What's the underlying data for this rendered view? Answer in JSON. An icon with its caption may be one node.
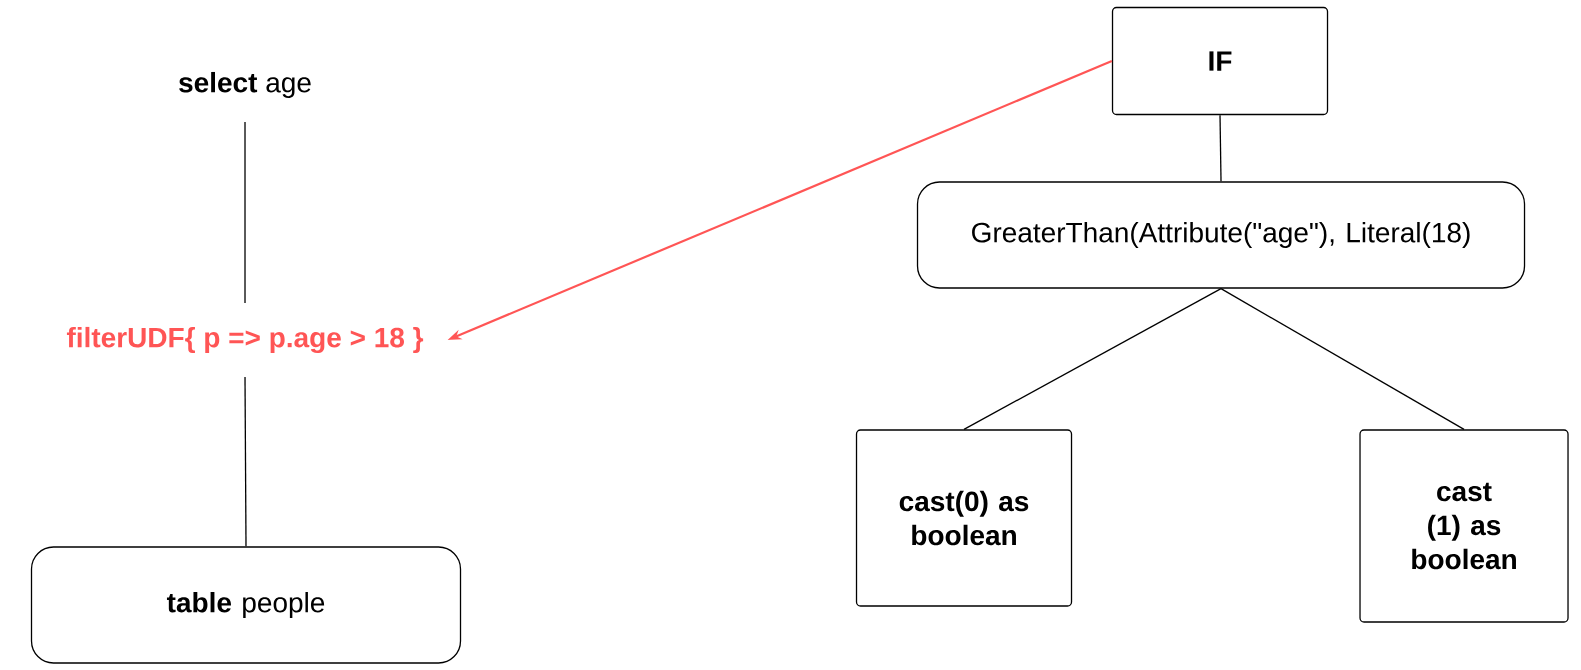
{
  "diagram": {
    "nodes": [
      {
        "text": [
          "**select** age"
        ]
      },
      {
        "text": [
          "filterUDF{ p => p.age > 18 }"
        ]
      },
      {
        "text": [
          "**table** people"
        ]
      },
      {
        "text": [
          "IF"
        ]
      },
      {
        "text": [
          "GreaterThan(Attribute(\"age\"), Literal(18)"
        ]
      },
      {
        "text": [
          "cast(0) as boolean"
        ]
      },
      {
        "text": [
          "cast (1) as boolean"
        ]
      }
    ],
    "edges": [
      {
        "from": 0,
        "to": 1,
        "arrow": "none"
      },
      {
        "from": 1,
        "to": 2,
        "arrow": "none"
      },
      {
        "from": 3,
        "to": 4,
        "arrow": "none"
      },
      {
        "from": 4,
        "to": 5,
        "arrow": "none"
      },
      {
        "from": 4,
        "to": 6,
        "arrow": "none"
      },
      {
        "from": 3,
        "to": 1,
        "arrow": "to",
        "color": "#ff5555"
      }
    ]
  }
}
